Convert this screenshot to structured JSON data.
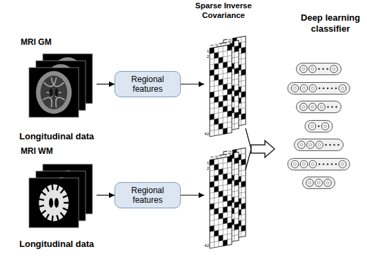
{
  "diagram": {
    "nodes": [
      {
        "text": [
          "MRI GM",
          "Longitudinal data"
        ]
      },
      {
        "text": [
          "Regional features"
        ]
      },
      {
        "text": [
          "Sparse Inverse Covariance",
          "1",
          "2",
          "42",
          "1",
          "2",
          "42"
        ]
      },
      {
        "text": [
          "MRI WM",
          "Longitudinal data"
        ]
      },
      {
        "text": [
          "Regional features"
        ]
      },
      {
        "text": [
          "1",
          "2",
          "42",
          "1",
          "2",
          "42"
        ]
      },
      {
        "text": [
          "Deep learning classifier"
        ]
      }
    ],
    "edges": [
      {
        "from": 0,
        "to": 1,
        "arrow": "to"
      },
      {
        "from": 1,
        "to": 2,
        "arrow": "to"
      },
      {
        "from": 3,
        "to": 4,
        "arrow": "to"
      },
      {
        "from": 4,
        "to": 5,
        "arrow": "to"
      },
      {
        "from": 2,
        "to": 6,
        "arrow": "to"
      },
      {
        "from": 5,
        "to": 6,
        "arrow": "to"
      }
    ]
  }
}
